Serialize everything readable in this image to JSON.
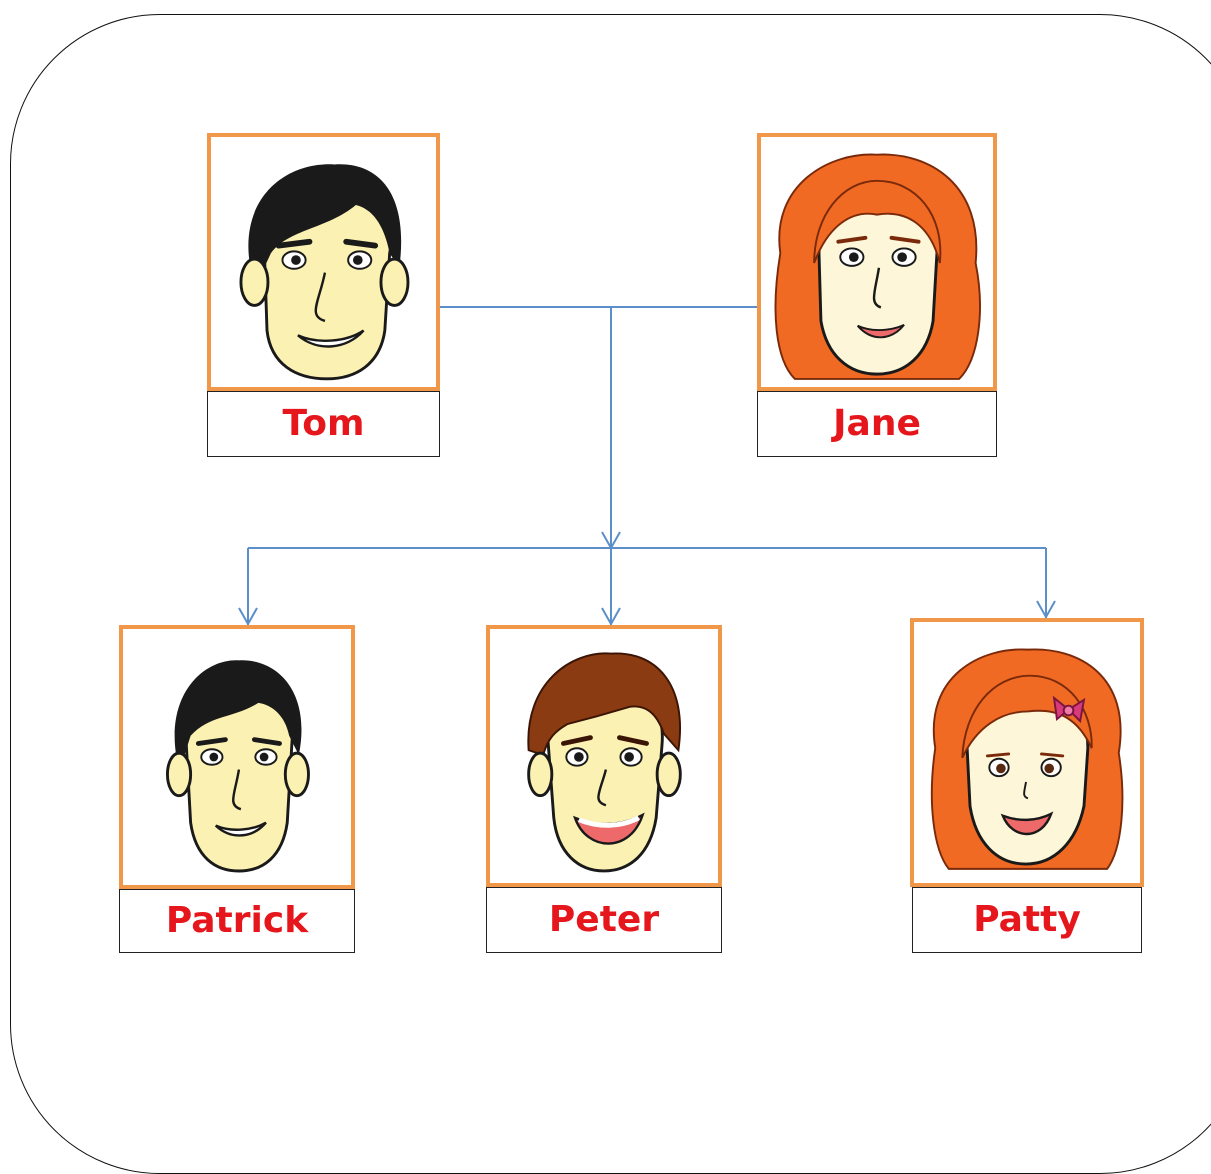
{
  "diagram": {
    "type": "family-tree",
    "colors": {
      "frame": "#f0974a",
      "name_text": "#e5171c",
      "connector": "#5b8fc9",
      "skin": "#fbf1b3",
      "outline": "#1a1a1a"
    },
    "parents": [
      {
        "id": "tom",
        "name": "Tom",
        "portrait": "man-black-hair-face-icon"
      },
      {
        "id": "jane",
        "name": "Jane",
        "portrait": "woman-red-hair-face-icon"
      }
    ],
    "children": [
      {
        "id": "patrick",
        "name": "Patrick",
        "portrait": "young-man-black-hair-face-icon"
      },
      {
        "id": "peter",
        "name": "Peter",
        "portrait": "boy-brown-hair-face-icon"
      },
      {
        "id": "patty",
        "name": "Patty",
        "portrait": "girl-red-hair-bow-face-icon"
      }
    ]
  }
}
